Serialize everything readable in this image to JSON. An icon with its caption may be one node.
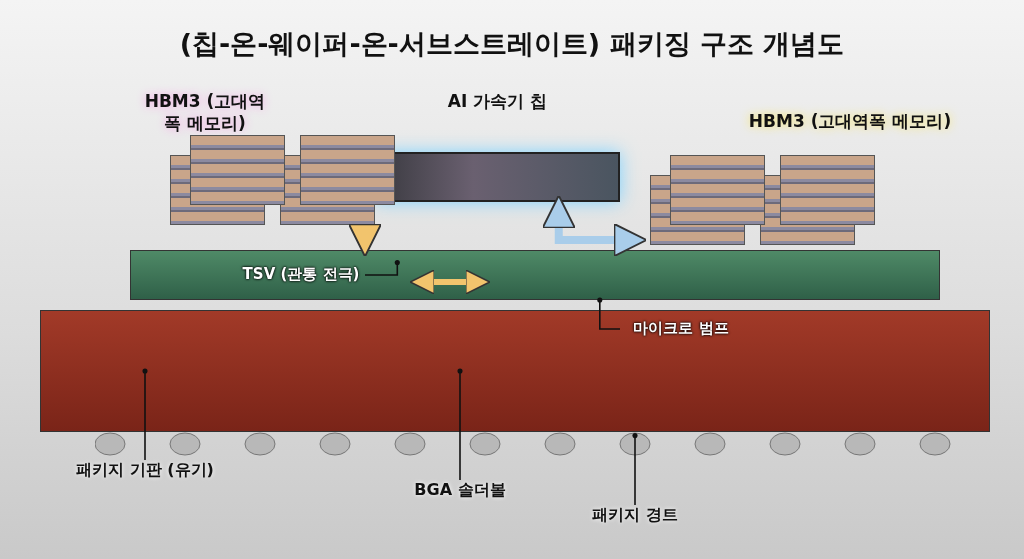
{
  "diagram": {
    "title": "(칩-온-웨이퍼-온-서브스트레이트) 패키징 구조 개념도",
    "nodes": [
      {
        "text": [
          "AI 가속기 칩"
        ]
      },
      {
        "text": [
          "HBM3 (고대역폭 메모리)"
        ]
      },
      {
        "text": [
          "HBM3 (고대역폭 메모리)"
        ]
      },
      {
        "text": [],
        "shape": "box"
      },
      {
        "text": [],
        "shape": "box"
      },
      {
        "text": [
          "TSV (관통 전극)"
        ],
        "in": 3
      },
      {
        "text": [
          "마이크로 범프"
        ],
        "in": 4
      },
      {
        "text": [
          "패키지 기판 (유기)"
        ]
      },
      {
        "text": [
          "BGA 솔더볼"
        ]
      },
      {
        "text": [
          "패키지 경트"
        ]
      },
      {
        "text": [],
        "shape": "circle"
      }
    ],
    "edges": [
      {
        "from": 5,
        "to": 3,
        "arrow": "other"
      },
      {
        "from": 6,
        "to": 3,
        "arrow": "other"
      },
      {
        "from": 7,
        "to": 4,
        "arrow": "other"
      },
      {
        "from": 8,
        "to": 4,
        "arrow": "other"
      },
      {
        "from": 9,
        "to": 10,
        "arrow": "other"
      },
      {
        "from": 1,
        "to": 3,
        "arrow": "to",
        "style": "thick",
        "color": "#f2c46d"
      },
      {
        "from": 0,
        "to": 2,
        "arrow": "both",
        "style": "thick",
        "color": "#a9cdea"
      }
    ]
  }
}
